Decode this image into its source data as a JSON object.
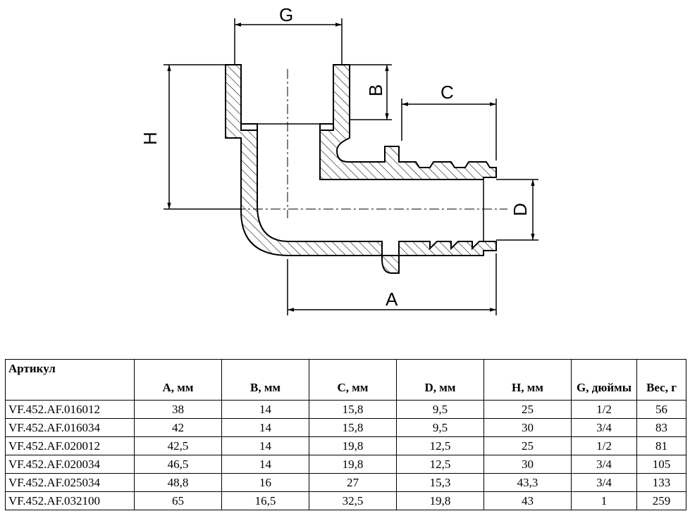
{
  "drawing": {
    "labels": {
      "G": "G",
      "B": "B",
      "C": "C",
      "H": "H",
      "D": "D",
      "A": "A"
    }
  },
  "table": {
    "headers": [
      "Артикул",
      "A, мм",
      "B, мм",
      "C, мм",
      "D, мм",
      "H, мм",
      "G, дюймы",
      "Вес, г"
    ],
    "rows": [
      [
        "VF.452.AF.016012",
        "38",
        "14",
        "15,8",
        "9,5",
        "25",
        "1/2",
        "56"
      ],
      [
        "VF.452.AF.016034",
        "42",
        "14",
        "15,8",
        "9,5",
        "30",
        "3/4",
        "83"
      ],
      [
        "VF.452.AF.020012",
        "42,5",
        "14",
        "19,8",
        "12,5",
        "25",
        "1/2",
        "81"
      ],
      [
        "VF.452.AF.020034",
        "46,5",
        "14",
        "19,8",
        "12,5",
        "30",
        "3/4",
        "105"
      ],
      [
        "VF.452.AF.025034",
        "48,8",
        "16",
        "27",
        "15,3",
        "43,3",
        "3/4",
        "133"
      ],
      [
        "VF.452.AF.032100",
        "65",
        "16,5",
        "32,5",
        "19,8",
        "43",
        "1",
        "259"
      ]
    ]
  }
}
